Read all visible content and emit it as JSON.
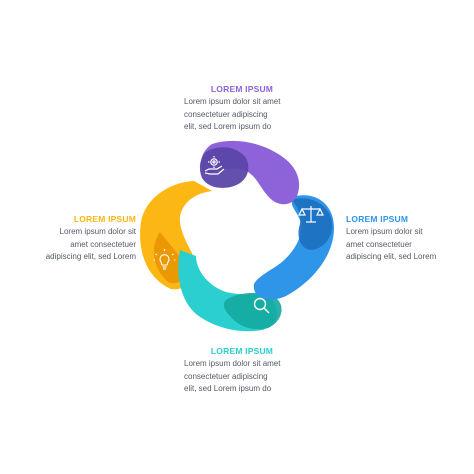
{
  "colors": {
    "purple": "#8e63d9",
    "purple_dark": "#5b46a8",
    "blue": "#2f95e8",
    "blue_dark": "#1d6fbf",
    "teal": "#2ccfcf",
    "teal_dark": "#14a8a0",
    "yellow": "#fdb714",
    "yellow_dark": "#e69400",
    "navy": "#2b4c7e",
    "text": "#555a66"
  },
  "steps": {
    "top": {
      "title": "LOREM IPSUM",
      "lines": [
        "Lorem ipsum dolor sit amet",
        "consectetuer adipiscing",
        "elit, sed Lorem ipsum do"
      ],
      "icon": "gear-hand-icon"
    },
    "right": {
      "title": "LOREM IPSUM",
      "lines": [
        "Lorem ipsum dolor sit",
        "amet consectetuer",
        "adipiscing elit, sed Lorem"
      ],
      "icon": "scales-icon"
    },
    "bottom": {
      "title": "LOREM IPSUM",
      "lines": [
        "Lorem ipsum dolor sit amet",
        "consectetuer adipiscing",
        "elit, sed Lorem ipsum do"
      ],
      "icon": "magnifier-icon"
    },
    "left": {
      "title": "LOREM IPSUM",
      "lines": [
        "Lorem ipsum dolor sit",
        "amet consectetuer",
        "adipiscing elit, sed Lorem"
      ],
      "icon": "lightbulb-icon"
    }
  }
}
